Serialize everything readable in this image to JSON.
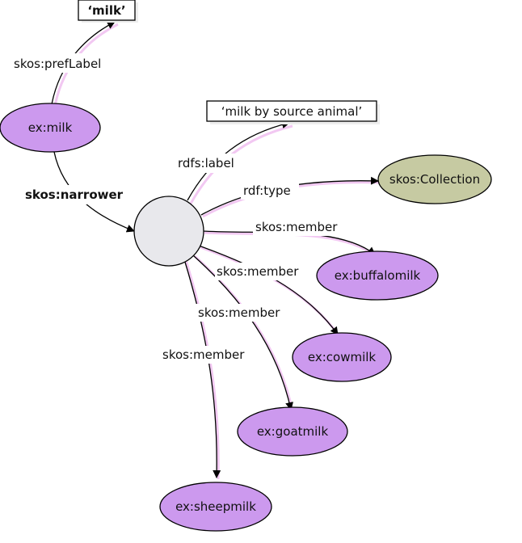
{
  "nodes": {
    "milk_literal": {
      "label": "‘milk’",
      "fill": "#ffffff"
    },
    "source_literal": {
      "label": "‘milk by source animal’",
      "fill": "#ffffff"
    },
    "ex_milk": {
      "label": "ex:milk",
      "fill": "#cc99ee"
    },
    "collection": {
      "label": "skos:Collection",
      "fill": "#c6caa2"
    },
    "blank": {
      "label": "",
      "fill": "#e8e8ec"
    },
    "buffalomilk": {
      "label": "ex:buffalomilk",
      "fill": "#cc99ee"
    },
    "cowmilk": {
      "label": "ex:cowmilk",
      "fill": "#cc99ee"
    },
    "goatmilk": {
      "label": "ex:goatmilk",
      "fill": "#cc99ee"
    },
    "sheepmilk": {
      "label": "ex:sheepmilk",
      "fill": "#cc99ee"
    }
  },
  "edges": {
    "preflabel": "skos:prefLabel",
    "narrower": "skos:narrower",
    "rdfs_label": "rdfs:label",
    "rdf_type": "rdf:type",
    "member_buffalo": "skos:member",
    "member_cow": "skos:member",
    "member_goat": "skos:member",
    "member_sheep": "skos:member"
  }
}
